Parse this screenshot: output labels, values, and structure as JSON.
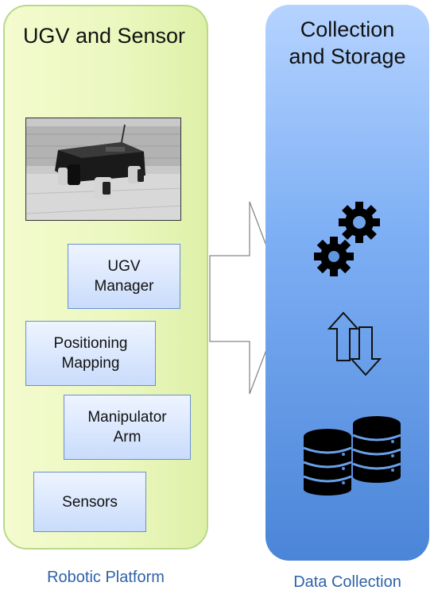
{
  "left_panel": {
    "title": "UGV and Sensor",
    "photo": "ugv-robot-photo",
    "boxes": [
      {
        "label": "UGV\nManager"
      },
      {
        "label": "Positioning\nMapping"
      },
      {
        "label": "Manipulator\nArm"
      },
      {
        "label": "Sensors"
      }
    ],
    "caption": "Robotic Platform"
  },
  "right_panel": {
    "title": "Collection\nand Storage",
    "icons": [
      "gears-icon",
      "sync-arrows-icon",
      "database-icon"
    ],
    "caption": "Data Collection"
  },
  "colors": {
    "left_panel_fill": "#eaf7bd",
    "left_panel_border": "#b9d98a",
    "right_panel_fill": "#6fa2ea",
    "box_fill": "#c9dcfb",
    "caption_text": "#2e62a8"
  }
}
